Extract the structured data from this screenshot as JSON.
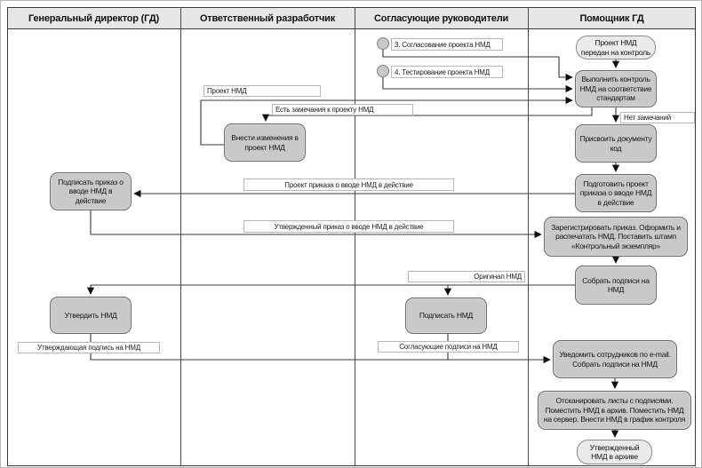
{
  "lanes": [
    {
      "label": "Генеральный директор (ГД)"
    },
    {
      "label": "Ответственный разработчик"
    },
    {
      "label": "Согласующие руководители"
    },
    {
      "label": "Помощник ГД"
    }
  ],
  "process_refs": [
    {
      "label": "3. Согласование проекта НМД"
    },
    {
      "label": "4. Тестирование проекта НМД"
    }
  ],
  "nodes": {
    "start_terminal": "Проект НМД передан на контроль",
    "check_control": "Выполнить контроль НМД на соответствие стандартам",
    "assign_code": "Присвоить документу код",
    "prepare_draft_order": "Подготовить проект приказа о вводе НМД в действие",
    "register_order": "Зарегистрировать приказ. Оформить и распечатать НМД. Поставить штамп «Контрольный экземпляр»",
    "collect_signatures": "Собрать подписи на НМД",
    "notify_employees": "Уведомить сотрудников по e-mail. Собрать подписи на НМД",
    "scan_sheets": "Отсканировать листы с подписями. Поместить НМД в архив. Поместить НМД на сервер. Внести НМД в график контроля",
    "end_terminal": "Утвержденный НМД в архиве",
    "make_changes": "Внести изменения в проект НМД",
    "sign_order": "Подписать приказ о вводе НМД в действие",
    "approve_nmd": "Утвердить НМД",
    "sign_nmd": "Подписать НМД"
  },
  "flow_labels": {
    "project_nmd": "Проект НМД",
    "has_remarks": "Есть замечания к проекту НМД",
    "no_remarks": "Нет замечаний",
    "draft_order": "Проект приказа о вводе НМД в действие",
    "approved_order": "Утвержденный приказ о вводе НМД в действие",
    "original_nmd": "Оригинал НМД",
    "agreeing_signatures": "Согласующие подписи на НМД",
    "approving_signature": "Утверждающая подпись на НМД"
  },
  "colors": {
    "line": "#3a3a3a",
    "header_fill": "#e7e7e7",
    "activity_fill": "#c8c9c8",
    "terminal_fill": "#ebebeb"
  }
}
